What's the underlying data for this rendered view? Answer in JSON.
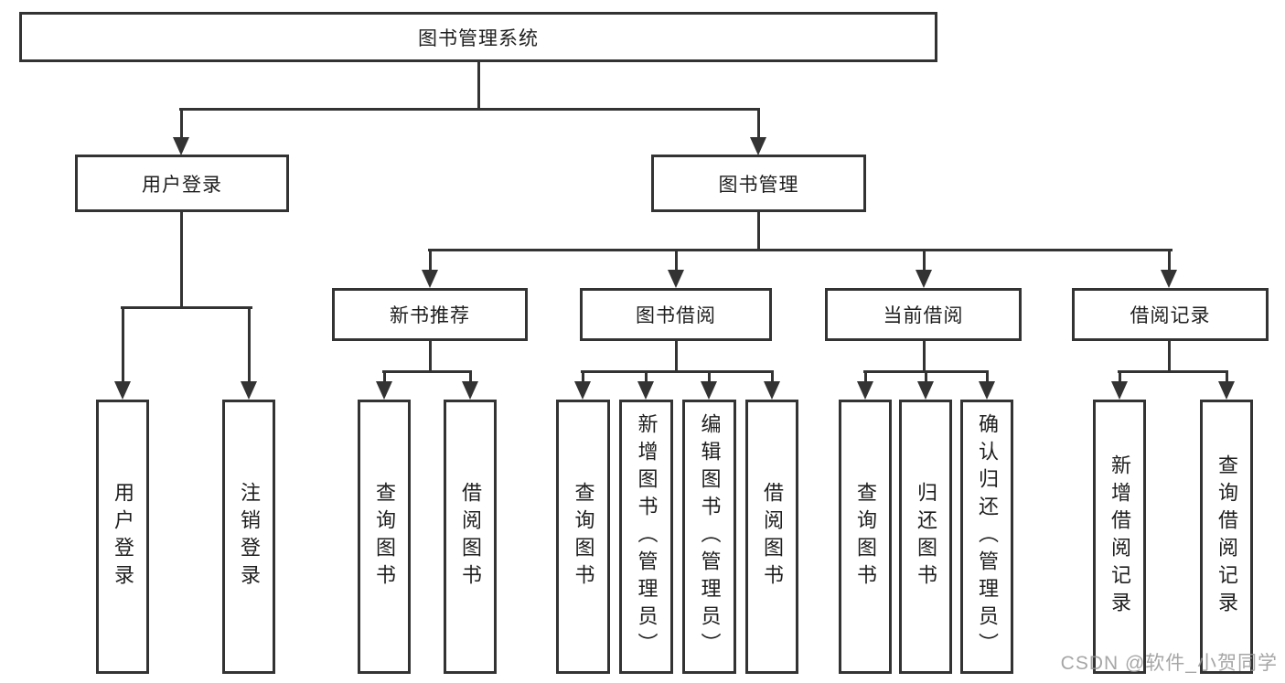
{
  "diagram_type": "org-chart",
  "colors": {
    "line": "#333333",
    "text": "#1e1e1e",
    "box_background": "#ffffff",
    "watermark": "#969696"
  },
  "tree": {
    "label": "图书管理系统",
    "children": [
      {
        "label": "用户登录",
        "children": [
          {
            "label": "用户登录"
          },
          {
            "label": "注销登录"
          }
        ]
      },
      {
        "label": "图书管理",
        "children": [
          {
            "label": "新书推荐",
            "children": [
              {
                "label": "查询图书"
              },
              {
                "label": "借阅图书"
              }
            ]
          },
          {
            "label": "图书借阅",
            "children": [
              {
                "label": "查询图书"
              },
              {
                "label": "新增图书（管理员）"
              },
              {
                "label": "编辑图书（管理员）"
              },
              {
                "label": "借阅图书"
              }
            ]
          },
          {
            "label": "当前借阅",
            "children": [
              {
                "label": "查询图书"
              },
              {
                "label": "归还图书"
              },
              {
                "label": "确认归还（管理员）"
              }
            ]
          },
          {
            "label": "借阅记录",
            "children": [
              {
                "label": "新增借阅记录"
              },
              {
                "label": "查询借阅记录"
              }
            ]
          }
        ]
      }
    ]
  },
  "watermark": {
    "text": "CSDN @软件_小贺同学"
  }
}
